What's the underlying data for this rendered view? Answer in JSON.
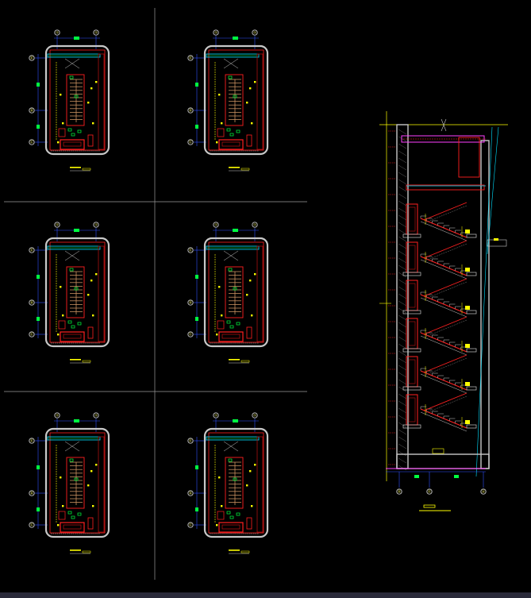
{
  "drawing": {
    "background": "#000000",
    "colors": {
      "wall": "#c8c8c8",
      "red": "#ff2020",
      "dark_red": "#aa1010",
      "yellow": "#ffff00",
      "green": "#00ff40",
      "cyan": "#00e0ff",
      "blue": "#3050ff",
      "magenta": "#ff40ff",
      "divider": "#9a9a9a"
    }
  },
  "plans": [
    {
      "top_grid": [
        "①",
        "①"
      ],
      "side_grid": [
        "Ⓔ",
        "Ⓓ",
        "Ⓒ"
      ]
    },
    {
      "top_grid": [
        "①",
        "①"
      ],
      "side_grid": [
        "Ⓔ",
        "Ⓓ",
        "Ⓒ"
      ]
    },
    {
      "top_grid": [
        "①",
        "①"
      ],
      "side_grid": [
        "Ⓔ",
        "Ⓓ",
        "Ⓒ"
      ]
    },
    {
      "top_grid": [
        "①",
        "①"
      ],
      "side_grid": [
        "Ⓔ",
        "Ⓓ",
        "Ⓒ"
      ]
    },
    {
      "top_grid": [
        "①",
        "①"
      ],
      "side_grid": [
        "Ⓔ",
        "Ⓓ",
        "Ⓒ"
      ]
    },
    {
      "top_grid": [
        "①",
        "①"
      ],
      "side_grid": [
        "Ⓔ",
        "Ⓓ",
        "Ⓒ"
      ]
    }
  ],
  "section": {
    "bottom_grid": [
      "Ⓓ",
      "Ⓔ",
      "Ⓐ"
    ],
    "flights": 6
  }
}
